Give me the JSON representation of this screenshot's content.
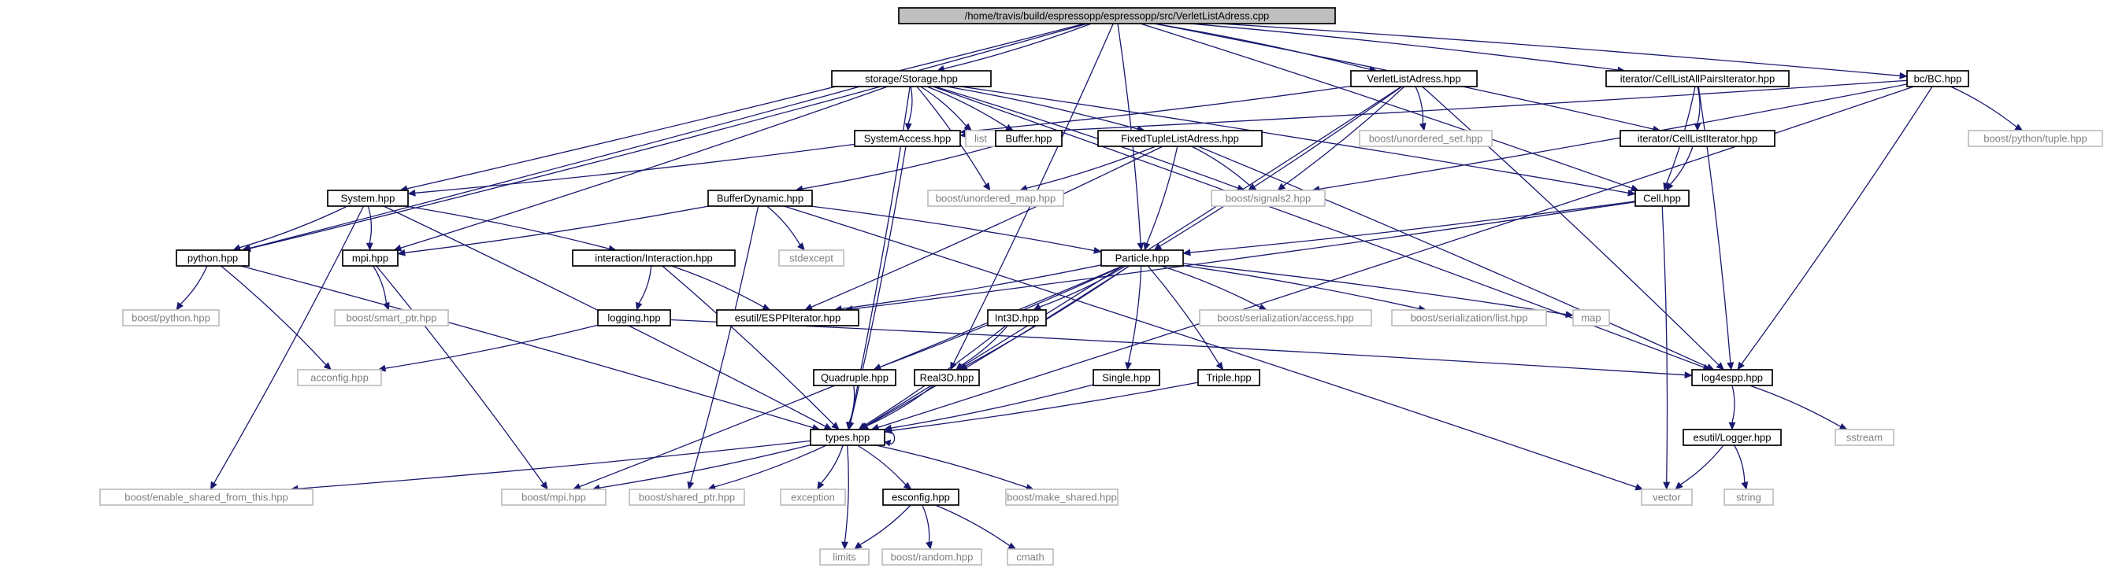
{
  "diagram": {
    "type": "include-dependency-graph",
    "colors": {
      "edge": "#191970",
      "local_border": "#000000",
      "external_border": "#bfbfbf",
      "external_text": "#7f7f7f",
      "root_fill": "#bfbfbf"
    },
    "nodes": [
      {
        "id": "root",
        "label": "/home/travis/build/espressopp/espressopp/src/VerletListAdress.cpp",
        "kind": "root"
      },
      {
        "id": "storage",
        "label": "storage/Storage.hpp",
        "kind": "local"
      },
      {
        "id": "verletlist",
        "label": "VerletListAdress.hpp",
        "kind": "local"
      },
      {
        "id": "allpairs",
        "label": "iterator/CellListAllPairsIterator.hpp",
        "kind": "local"
      },
      {
        "id": "bc",
        "label": "bc/BC.hpp",
        "kind": "local"
      },
      {
        "id": "list",
        "label": "list",
        "kind": "ext"
      },
      {
        "id": "buffer",
        "label": "Buffer.hpp",
        "kind": "local"
      },
      {
        "id": "sysaccess",
        "label": "SystemAccess.hpp",
        "kind": "local"
      },
      {
        "id": "fixedtuple",
        "label": "FixedTupleListAdress.hpp",
        "kind": "local"
      },
      {
        "id": "unordset",
        "label": "boost/unordered_set.hpp",
        "kind": "ext"
      },
      {
        "id": "celllistit",
        "label": "iterator/CellListIterator.hpp",
        "kind": "local"
      },
      {
        "id": "pytuple",
        "label": "boost/python/tuple.hpp",
        "kind": "ext"
      },
      {
        "id": "bufdyn",
        "label": "BufferDynamic.hpp",
        "kind": "local"
      },
      {
        "id": "unordmap",
        "label": "boost/unordered_map.hpp",
        "kind": "ext"
      },
      {
        "id": "signals",
        "label": "boost/signals2.hpp",
        "kind": "ext"
      },
      {
        "id": "system",
        "label": "System.hpp",
        "kind": "local"
      },
      {
        "id": "cell",
        "label": "Cell.hpp",
        "kind": "local"
      },
      {
        "id": "python",
        "label": "python.hpp",
        "kind": "local"
      },
      {
        "id": "mpi",
        "label": "mpi.hpp",
        "kind": "local"
      },
      {
        "id": "interaction",
        "label": "interaction/Interaction.hpp",
        "kind": "local"
      },
      {
        "id": "stdexcept",
        "label": "stdexcept",
        "kind": "ext"
      },
      {
        "id": "particle",
        "label": "Particle.hpp",
        "kind": "local"
      },
      {
        "id": "bpython",
        "label": "boost/python.hpp",
        "kind": "ext"
      },
      {
        "id": "smartptr",
        "label": "boost/smart_ptr.hpp",
        "kind": "ext"
      },
      {
        "id": "logging",
        "label": "logging.hpp",
        "kind": "local"
      },
      {
        "id": "espp",
        "label": "esutil/ESPPIterator.hpp",
        "kind": "local"
      },
      {
        "id": "int3d",
        "label": "Int3D.hpp",
        "kind": "local"
      },
      {
        "id": "seraccess",
        "label": "boost/serialization/access.hpp",
        "kind": "ext"
      },
      {
        "id": "serlist",
        "label": "boost/serialization/list.hpp",
        "kind": "ext"
      },
      {
        "id": "map",
        "label": "map",
        "kind": "ext"
      },
      {
        "id": "acconfig",
        "label": "acconfig.hpp",
        "kind": "ext"
      },
      {
        "id": "quadruple",
        "label": "Quadruple.hpp",
        "kind": "local"
      },
      {
        "id": "real3d",
        "label": "Real3D.hpp",
        "kind": "local"
      },
      {
        "id": "single",
        "label": "Single.hpp",
        "kind": "local"
      },
      {
        "id": "triple",
        "label": "Triple.hpp",
        "kind": "local"
      },
      {
        "id": "log4espp",
        "label": "log4espp.hpp",
        "kind": "local"
      },
      {
        "id": "types",
        "label": "types.hpp",
        "kind": "local"
      },
      {
        "id": "sstream",
        "label": "sstream",
        "kind": "ext"
      },
      {
        "id": "logger",
        "label": "esutil/Logger.hpp",
        "kind": "local"
      },
      {
        "id": "enableshared",
        "label": "boost/enable_shared_from_this.hpp",
        "kind": "ext"
      },
      {
        "id": "bmpi",
        "label": "boost/mpi.hpp",
        "kind": "ext"
      },
      {
        "id": "sharedptr",
        "label": "boost/shared_ptr.hpp",
        "kind": "ext"
      },
      {
        "id": "exception",
        "label": "exception",
        "kind": "ext"
      },
      {
        "id": "esconfig",
        "label": "esconfig.hpp",
        "kind": "local"
      },
      {
        "id": "makeshared",
        "label": "boost/make_shared.hpp",
        "kind": "ext"
      },
      {
        "id": "vector",
        "label": "vector",
        "kind": "ext"
      },
      {
        "id": "string",
        "label": "string",
        "kind": "ext"
      },
      {
        "id": "limits",
        "label": "limits",
        "kind": "ext"
      },
      {
        "id": "random",
        "label": "boost/random.hpp",
        "kind": "ext"
      },
      {
        "id": "cmath",
        "label": "cmath",
        "kind": "ext"
      }
    ],
    "edges": [
      [
        "root",
        "storage"
      ],
      [
        "root",
        "verletlist"
      ],
      [
        "root",
        "allpairs"
      ],
      [
        "root",
        "bc"
      ],
      [
        "root",
        "celllistit"
      ],
      [
        "root",
        "particle"
      ],
      [
        "root",
        "cell"
      ],
      [
        "root",
        "system"
      ],
      [
        "root",
        "python"
      ],
      [
        "root",
        "real3d"
      ],
      [
        "storage",
        "list"
      ],
      [
        "storage",
        "buffer"
      ],
      [
        "storage",
        "sysaccess"
      ],
      [
        "storage",
        "fixedtuple"
      ],
      [
        "storage",
        "unordmap"
      ],
      [
        "storage",
        "signals"
      ],
      [
        "storage",
        "cell"
      ],
      [
        "storage",
        "python"
      ],
      [
        "storage",
        "mpi"
      ],
      [
        "storage",
        "types"
      ],
      [
        "storage",
        "log4espp"
      ],
      [
        "verletlist",
        "sysaccess"
      ],
      [
        "verletlist",
        "unordset"
      ],
      [
        "verletlist",
        "signals"
      ],
      [
        "verletlist",
        "particle"
      ],
      [
        "verletlist",
        "types"
      ],
      [
        "verletlist",
        "log4espp"
      ],
      [
        "allpairs",
        "celllistit"
      ],
      [
        "allpairs",
        "cell"
      ],
      [
        "allpairs",
        "log4espp"
      ],
      [
        "bc",
        "sysaccess"
      ],
      [
        "bc",
        "pytuple"
      ],
      [
        "bc",
        "signals"
      ],
      [
        "bc",
        "types"
      ],
      [
        "bc",
        "log4espp"
      ],
      [
        "buffer",
        "bufdyn"
      ],
      [
        "sysaccess",
        "system"
      ],
      [
        "sysaccess",
        "types"
      ],
      [
        "fixedtuple",
        "unordmap"
      ],
      [
        "fixedtuple",
        "signals"
      ],
      [
        "fixedtuple",
        "particle"
      ],
      [
        "fixedtuple",
        "espp"
      ],
      [
        "fixedtuple",
        "log4espp"
      ],
      [
        "celllistit",
        "cell"
      ],
      [
        "bufdyn",
        "stdexcept"
      ],
      [
        "bufdyn",
        "particle"
      ],
      [
        "bufdyn",
        "mpi"
      ],
      [
        "bufdyn",
        "vector"
      ],
      [
        "bufdyn",
        "sharedptr"
      ],
      [
        "system",
        "python"
      ],
      [
        "system",
        "mpi"
      ],
      [
        "system",
        "interaction"
      ],
      [
        "system",
        "types"
      ],
      [
        "system",
        "enableshared"
      ],
      [
        "cell",
        "particle"
      ],
      [
        "cell",
        "espp"
      ],
      [
        "cell",
        "vector"
      ],
      [
        "python",
        "bpython"
      ],
      [
        "python",
        "acconfig"
      ],
      [
        "python",
        "types"
      ],
      [
        "mpi",
        "smartptr"
      ],
      [
        "mpi",
        "bmpi"
      ],
      [
        "interaction",
        "logging"
      ],
      [
        "interaction",
        "espp"
      ],
      [
        "interaction",
        "types"
      ],
      [
        "particle",
        "espp"
      ],
      [
        "particle",
        "int3d"
      ],
      [
        "particle",
        "seraccess"
      ],
      [
        "particle",
        "serlist"
      ],
      [
        "particle",
        "map"
      ],
      [
        "particle",
        "quadruple"
      ],
      [
        "particle",
        "real3d"
      ],
      [
        "particle",
        "single"
      ],
      [
        "particle",
        "triple"
      ],
      [
        "particle",
        "types"
      ],
      [
        "particle",
        "bmpi"
      ],
      [
        "logging",
        "acconfig"
      ],
      [
        "logging",
        "log4espp"
      ],
      [
        "int3d",
        "real3d"
      ],
      [
        "int3d",
        "types"
      ],
      [
        "quadruple",
        "types"
      ],
      [
        "real3d",
        "types"
      ],
      [
        "single",
        "types"
      ],
      [
        "triple",
        "types"
      ],
      [
        "log4espp",
        "sstream"
      ],
      [
        "log4espp",
        "logger"
      ],
      [
        "logger",
        "vector"
      ],
      [
        "logger",
        "string"
      ],
      [
        "types",
        "enableshared"
      ],
      [
        "types",
        "bmpi"
      ],
      [
        "types",
        "sharedptr"
      ],
      [
        "types",
        "exception"
      ],
      [
        "types",
        "limits"
      ],
      [
        "types",
        "esconfig"
      ],
      [
        "types",
        "makeshared"
      ],
      [
        "types",
        "types"
      ],
      [
        "esconfig",
        "limits"
      ],
      [
        "esconfig",
        "random"
      ],
      [
        "esconfig",
        "cmath"
      ]
    ]
  }
}
